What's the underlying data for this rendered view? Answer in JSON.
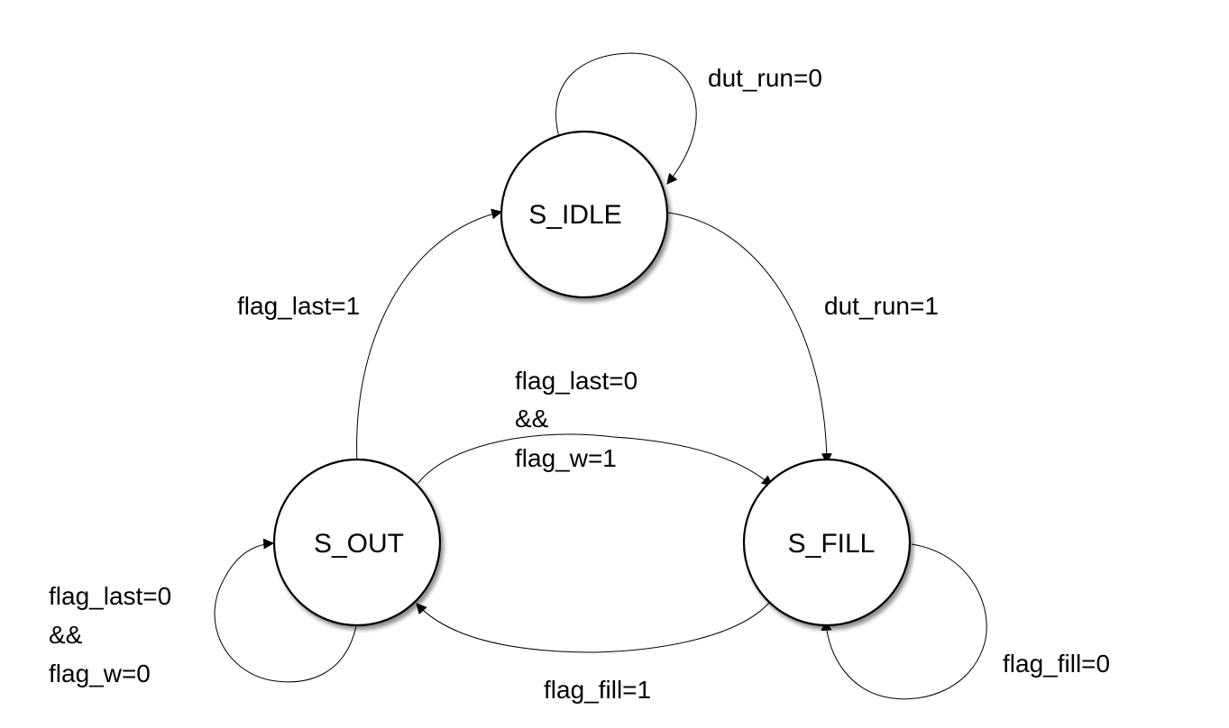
{
  "states": {
    "idle": "S_IDLE",
    "out": "S_OUT",
    "fill": "S_FILL"
  },
  "transitions": {
    "idle_self": "dut_run=0",
    "idle_to_fill": "dut_run=1",
    "out_to_idle": "flag_last=1",
    "out_to_fill": [
      "flag_last=0",
      "&&",
      "flag_w=1"
    ],
    "out_self": [
      "flag_last=0",
      "&&",
      "flag_w=0"
    ],
    "fill_to_out": "flag_fill=1",
    "fill_self": "flag_fill=0"
  }
}
